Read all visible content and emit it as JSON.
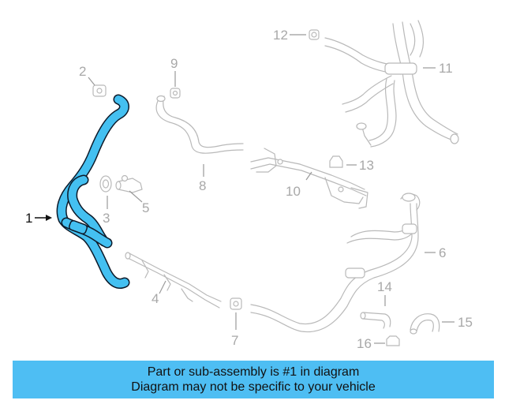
{
  "banner": {
    "line1": "Part or sub-assembly is #1 in diagram",
    "line2": "Diagram may not be specific to your vehicle",
    "color": "#4ebef3"
  },
  "diagram": {
    "highlight_color": "#44c0f1",
    "highlighted_part": "1",
    "labels": {
      "c1": "1",
      "c2": "2",
      "c3": "3",
      "c4": "4",
      "c5": "5",
      "c6": "6",
      "c7": "7",
      "c8": "8",
      "c9": "9",
      "c10": "10",
      "c11": "11",
      "c12": "12",
      "c13": "13",
      "c14": "14",
      "c15": "15",
      "c16": "16"
    }
  }
}
